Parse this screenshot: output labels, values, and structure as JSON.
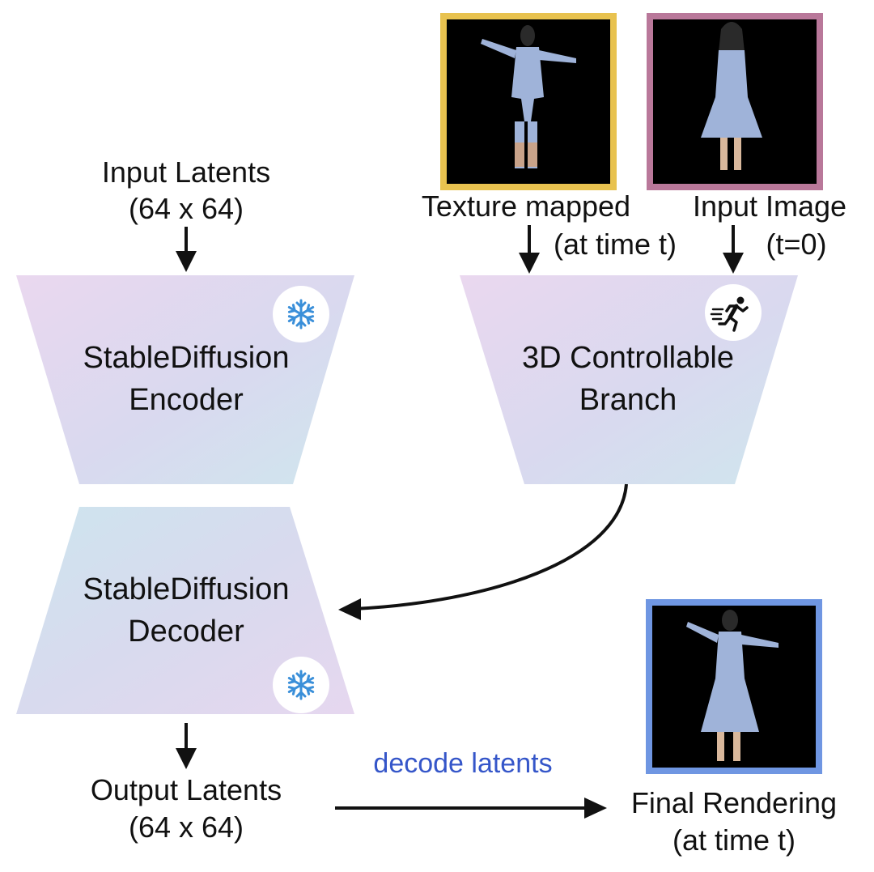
{
  "colors": {
    "texture_frame": "#e8c24f",
    "input_frame": "#b9789a",
    "final_frame": "#6f96e2",
    "decode_text": "#3556c9",
    "snowflake": "#3a8fd9"
  },
  "input_latents": {
    "line1": "Input Latents",
    "line2": "(64 x 64)"
  },
  "encoder": {
    "line1": "StableDiffusion",
    "line2": "Encoder",
    "badge_icon": "snowflake-icon"
  },
  "branch": {
    "line1": "3D Controllable",
    "line2": "Branch",
    "badge_icon": "running-person-icon"
  },
  "decoder": {
    "line1": "StableDiffusion",
    "line2": "Decoder",
    "badge_icon": "snowflake-icon"
  },
  "texture_image": {
    "line1": "Texture mapped",
    "line2": "(at time t)"
  },
  "input_image": {
    "line1": "Input Image",
    "line2": "(t=0)"
  },
  "output_latents": {
    "line1": "Output Latents",
    "line2": "(64 x 64)"
  },
  "decode_label": "decode latents",
  "final_rendering": {
    "line1": "Final Rendering",
    "line2": "(at time t)"
  }
}
